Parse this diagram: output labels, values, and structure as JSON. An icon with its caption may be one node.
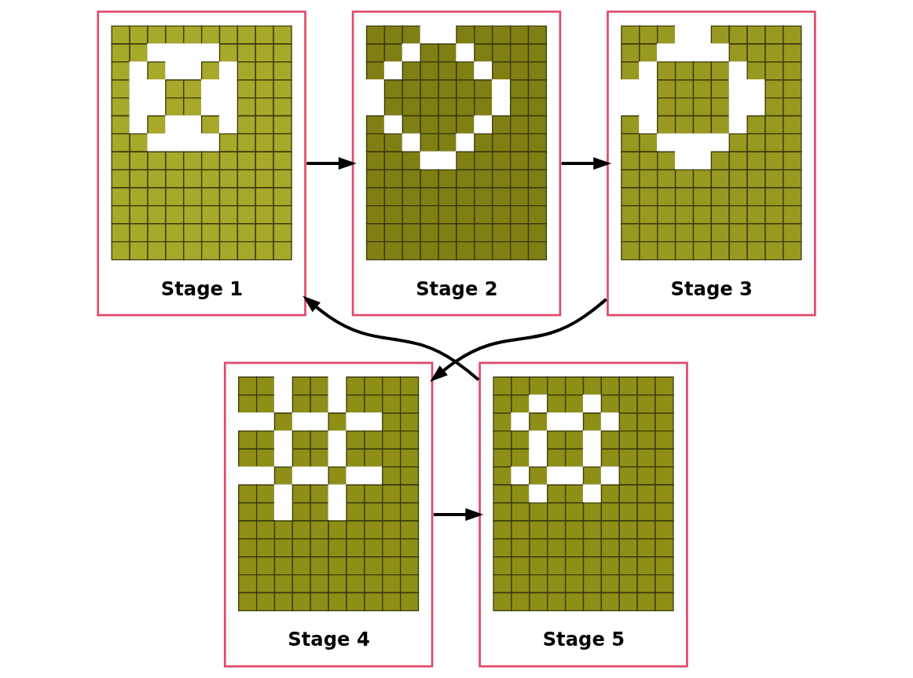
{
  "diagram": {
    "nodes": [
      {
        "text": [
          "Stage 1"
        ]
      },
      {
        "text": [
          "Stage 2"
        ]
      },
      {
        "text": [
          "Stage 3"
        ]
      },
      {
        "text": [
          "Stage 4"
        ]
      },
      {
        "text": [
          "Stage 5"
        ]
      }
    ],
    "edges": [
      {
        "from": 0,
        "to": 1,
        "arrow": "to"
      },
      {
        "from": 1,
        "to": 2,
        "arrow": "to"
      },
      {
        "from": 2,
        "to": 3,
        "arrow": "to"
      },
      {
        "from": 3,
        "to": 4,
        "arrow": "to"
      },
      {
        "from": 4,
        "to": 0,
        "arrow": "to"
      }
    ]
  }
}
